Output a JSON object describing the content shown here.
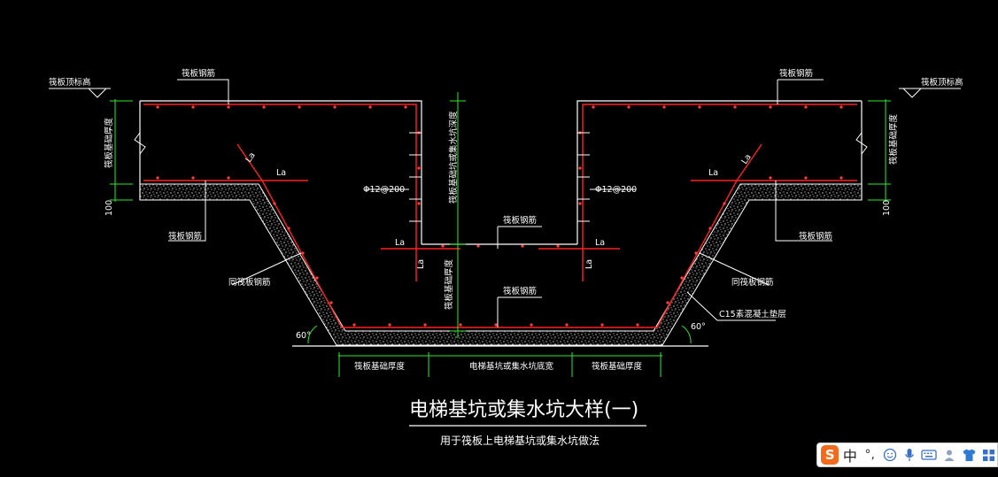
{
  "labels": {
    "left_top_elev": "筏板顶标高",
    "right_top_elev": "筏板顶标高",
    "left_top_rebar": "筏板钢筋",
    "right_top_rebar": "筏板钢筋",
    "left_thickness": "筏板基础厚度",
    "right_thickness": "筏板基础厚度",
    "left_100": "100",
    "right_100": "100",
    "left_la_top": "La",
    "left_la_diag": "La",
    "right_la_top": "La",
    "right_la_diag": "La",
    "left_bottom_rebar": "筏板钢筋",
    "right_bottom_rebar": "筏板钢筋",
    "left_stirrup": "Φ12@200",
    "right_stirrup": "Φ12@200",
    "center_vertical": "筏板基础坑或集水坑深度",
    "center_rebar_upper": "筏板钢筋",
    "la_mid_left": "La",
    "la_mid_right": "La",
    "la_vert_left": "La",
    "la_vert_right": "La",
    "center_vert_lower": "筏板基础厚度",
    "center_rebar_lower": "筏板钢筋",
    "left_slope_rebar": "同筏板钢筋",
    "right_slope_rebar": "同筏板钢筋",
    "cushion": "C15素混凝土垫层",
    "angle_left": "60°",
    "angle_right": "60°",
    "dim_left": "筏板基础厚度",
    "dim_center": "电梯基坑或集水坑底宽",
    "dim_right": "筏板基础厚度"
  },
  "title": "电梯基坑或集水坑大样(一)",
  "subtitle": "用于筏板上电梯基坑或集水坑做法",
  "colors": {
    "background": "#000000",
    "line": "#ffffff",
    "rebar": "#ff2020",
    "dimension": "#2ee82e",
    "text": "#ffffff",
    "concrete": "#cfcfcf",
    "ime_brand": "#f26a1b"
  },
  "ime": {
    "logo": "S",
    "mode": "中",
    "punct": "°,",
    "icons": [
      "emoji-icon",
      "microphone-icon",
      "keyboard-icon",
      "user-icon",
      "shirt-icon",
      "grid-icon"
    ]
  }
}
